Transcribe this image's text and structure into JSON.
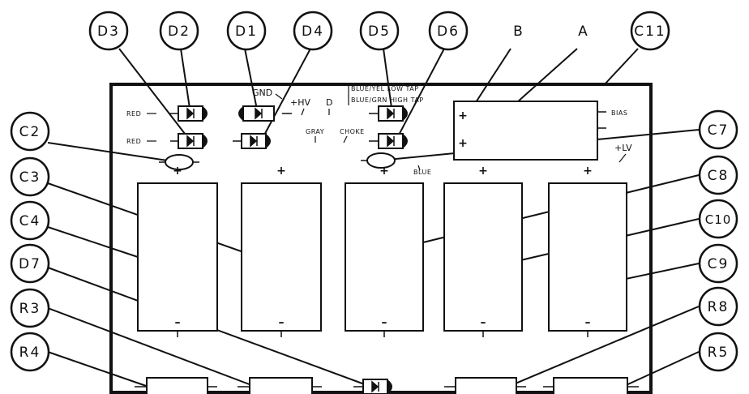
{
  "callouts_top": {
    "d3": "D3",
    "d2": "D2",
    "d1": "D1",
    "d4": "D4",
    "d5": "D5",
    "d6": "D6",
    "b": "B",
    "a": "A",
    "c11": "C11"
  },
  "callouts_left": {
    "c2": "C2",
    "c3": "C3",
    "c4": "C4",
    "d7": "D7",
    "r3": "R3",
    "r4": "R4"
  },
  "callouts_right": {
    "c7": "C7",
    "c8": "C8",
    "c10": "C10",
    "c9": "C9",
    "r8": "R8",
    "r5": "R5"
  },
  "board_labels": {
    "red_1": "RED",
    "red_2": "RED",
    "gnd": "GND",
    "hv": "+HV",
    "d": "D",
    "blue_yel": "BLUE/YEL LOW TAP",
    "blue_grn": "BLUE/GRN HIGH TAP",
    "gray": "GRAY",
    "choke": "CHOKE",
    "blue": "BLUE",
    "bias": "BIAS",
    "lv": "+LV"
  },
  "signs": {
    "plus": "+",
    "minus": "–"
  },
  "colors": {
    "ink": "#111111",
    "board": "#ffffff",
    "paper": "#ffffff"
  }
}
